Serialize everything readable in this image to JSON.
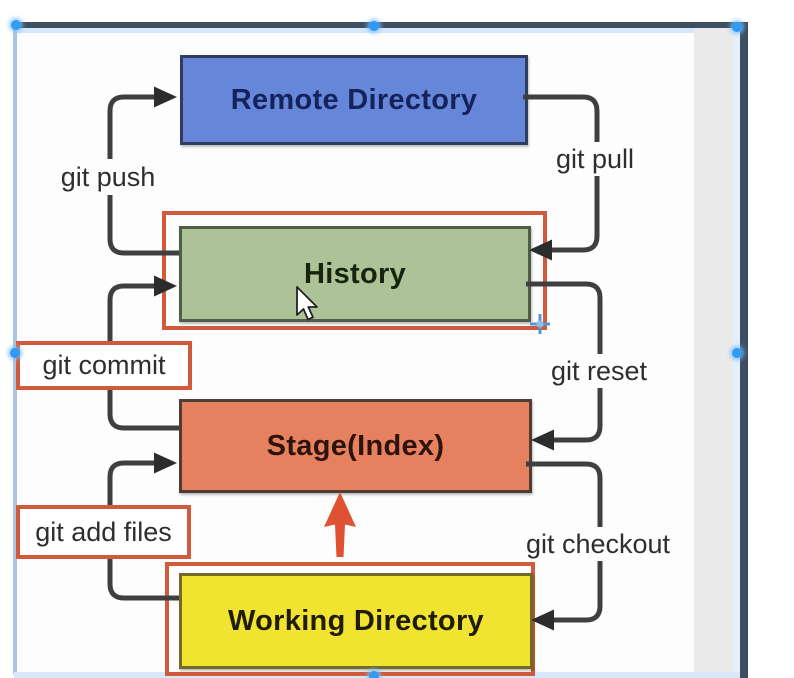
{
  "diagram": {
    "nodes": {
      "remote": {
        "label": "Remote Directory",
        "fill": "#6687d9"
      },
      "history": {
        "label": "History",
        "fill": "#adc296",
        "highlighted": true
      },
      "stage": {
        "label": "Stage(Index)",
        "fill": "#e5815f"
      },
      "working": {
        "label": "Working Directory",
        "fill": "#f1e430",
        "highlighted": true
      }
    },
    "edges": {
      "push": {
        "label": "git push",
        "from": "History",
        "to": "Remote Directory"
      },
      "pull": {
        "label": "git pull",
        "from": "Remote Directory",
        "to": "History"
      },
      "commit": {
        "label": "git commit",
        "from": "Stage(Index)",
        "to": "History",
        "highlighted": true
      },
      "reset": {
        "label": "git reset",
        "from": "History",
        "to": "Stage(Index)"
      },
      "add": {
        "label": "git add files",
        "from": "Working Directory",
        "to": "Stage(Index)",
        "highlighted": true
      },
      "checkout": {
        "label": "git checkout",
        "from": "Stage(Index)",
        "to": "Working Directory"
      }
    },
    "colors": {
      "highlight_outline": "#d05a3c",
      "connector": "#3f3f3f",
      "promote_arrow": "#df5130",
      "selection_border": "#3e4f63",
      "selection_handle": "#2f9bf5",
      "crosshair": "#5596d8"
    }
  }
}
